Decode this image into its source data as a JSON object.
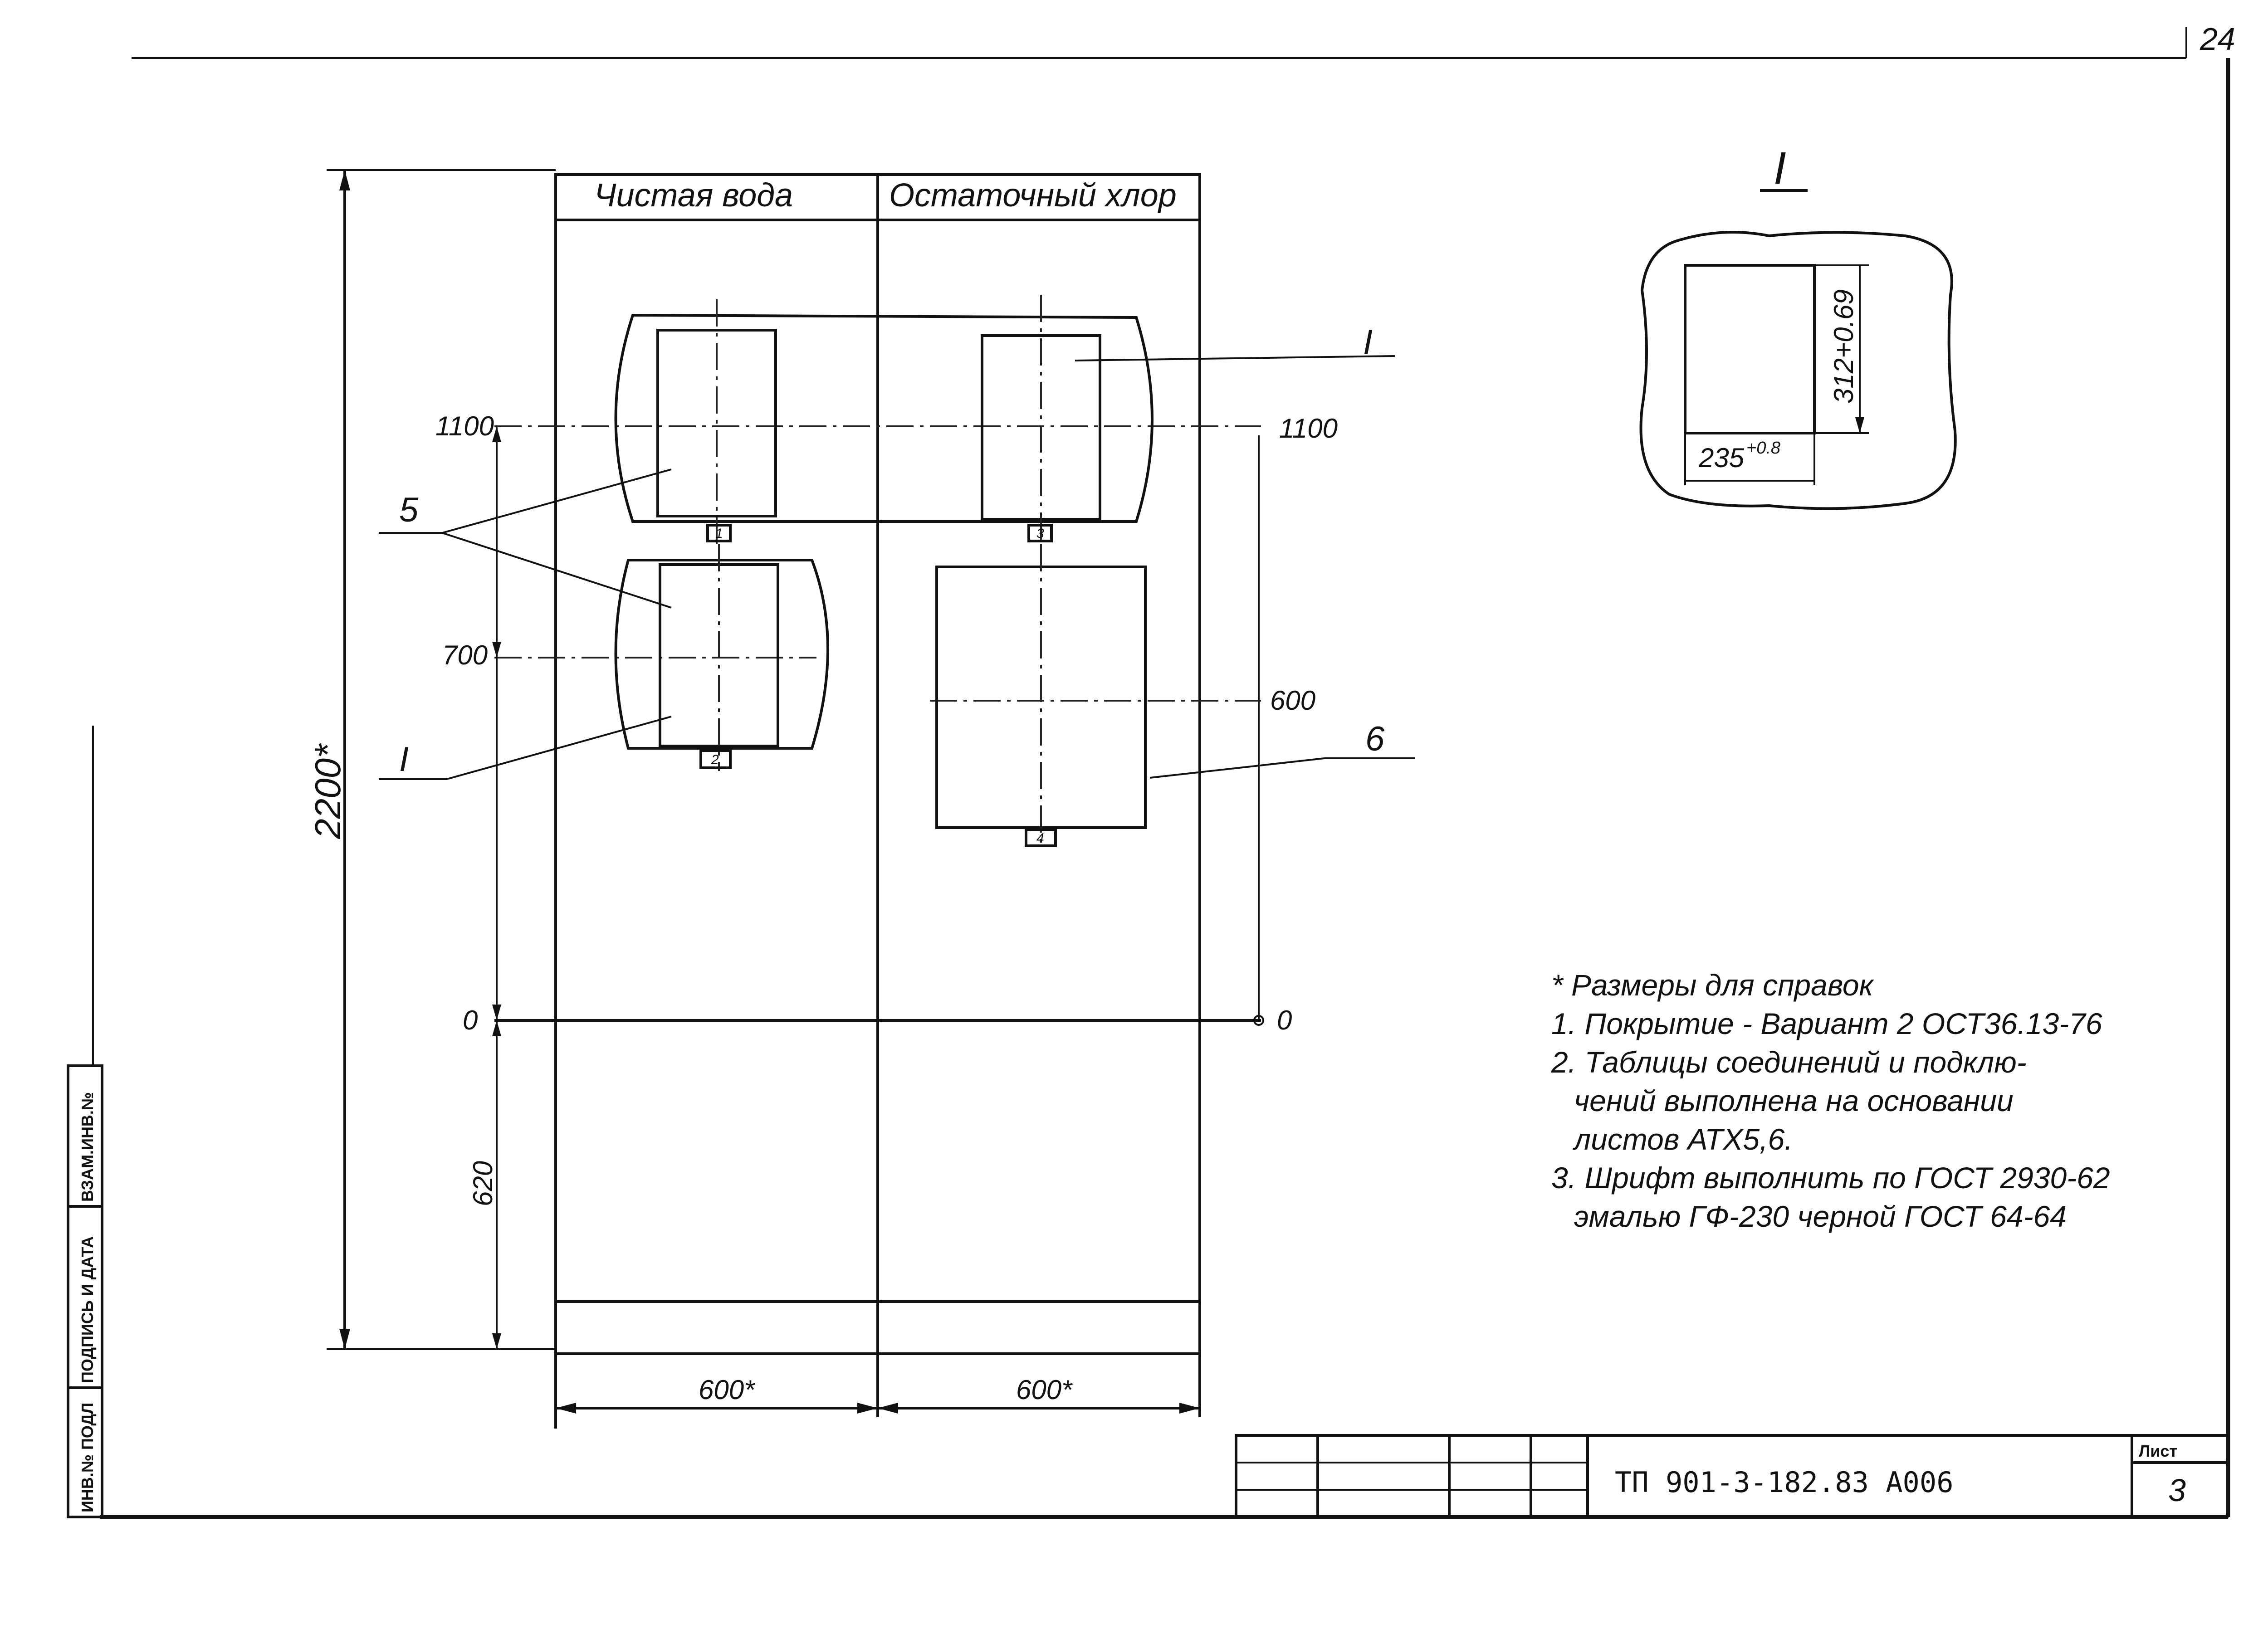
{
  "sheet": {
    "page_number": "24",
    "sheet_label": "Лист",
    "sheet_number": "3",
    "document_code": "ТП 901-3-182.83 А006"
  },
  "side_stamp": {
    "inv_orig": "ИНВ.№ ПОДЛ",
    "sign_date": "ПОДПИСЬ И ДАТА",
    "inv_replace": "ВЗАМ.ИНВ.№"
  },
  "panel": {
    "col_left_title": "Чистая вода",
    "col_right_title": "Остаточный хлор",
    "height_dim": "2200*",
    "width_left": "600*",
    "width_right": "600*",
    "level_1100_left": "1100",
    "level_1100_right": "1100",
    "level_700": "700",
    "level_600": "600",
    "level_0_left": "0",
    "level_0_right": "0",
    "base_dim": "620",
    "callout_5": "5",
    "callout_6": "6",
    "callout_I_top": "I",
    "callout_I_left": "I",
    "tag_1": "1",
    "tag_2": "2",
    "tag_3": "3",
    "tag_4": "4"
  },
  "detail": {
    "title": "I",
    "width": "235",
    "width_tol": "+0.8",
    "height": "312+0.69"
  },
  "notes": [
    "* Размеры для справок",
    "1. Покрытие - Вариант 2 ОСТ36.13-76",
    "2. Таблицы соединений и подклю-",
    "чений выполнена на основании",
    "листов АТХ5,6.",
    "3. Шрифт выполнить по ГОСТ 2930-62",
    "эмалью ГФ-230 черной ГОСТ 64-64"
  ]
}
